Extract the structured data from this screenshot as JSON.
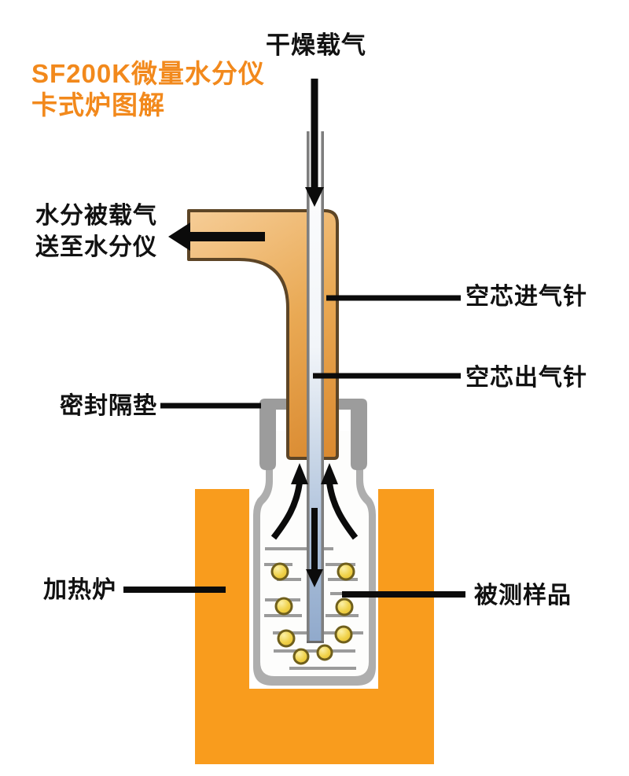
{
  "title": {
    "line1": "SF200K微量水分仪",
    "line2": "卡式炉图解"
  },
  "labels": {
    "dry_carrier_gas": "干燥载气",
    "moisture_line1": "水分被载气",
    "moisture_line2": "送至水分仪",
    "septum": "密封隔垫",
    "inlet_needle": "空芯进气针",
    "outlet_needle": "空芯出气针",
    "furnace": "加热炉",
    "sample": "被测样品"
  },
  "colors": {
    "title": "#F2891C",
    "text": "#111111",
    "furnace": "#F99C1D",
    "needle_light": "#F6CD97",
    "needle_dark": "#D9882E",
    "needle_outline": "#5D4526",
    "inner_tube_blue": "#99AFCE",
    "cap_gray": "#9C9C9C",
    "vial_gray": "#AEAEAE",
    "sample_yellow": "#EFCD45"
  }
}
